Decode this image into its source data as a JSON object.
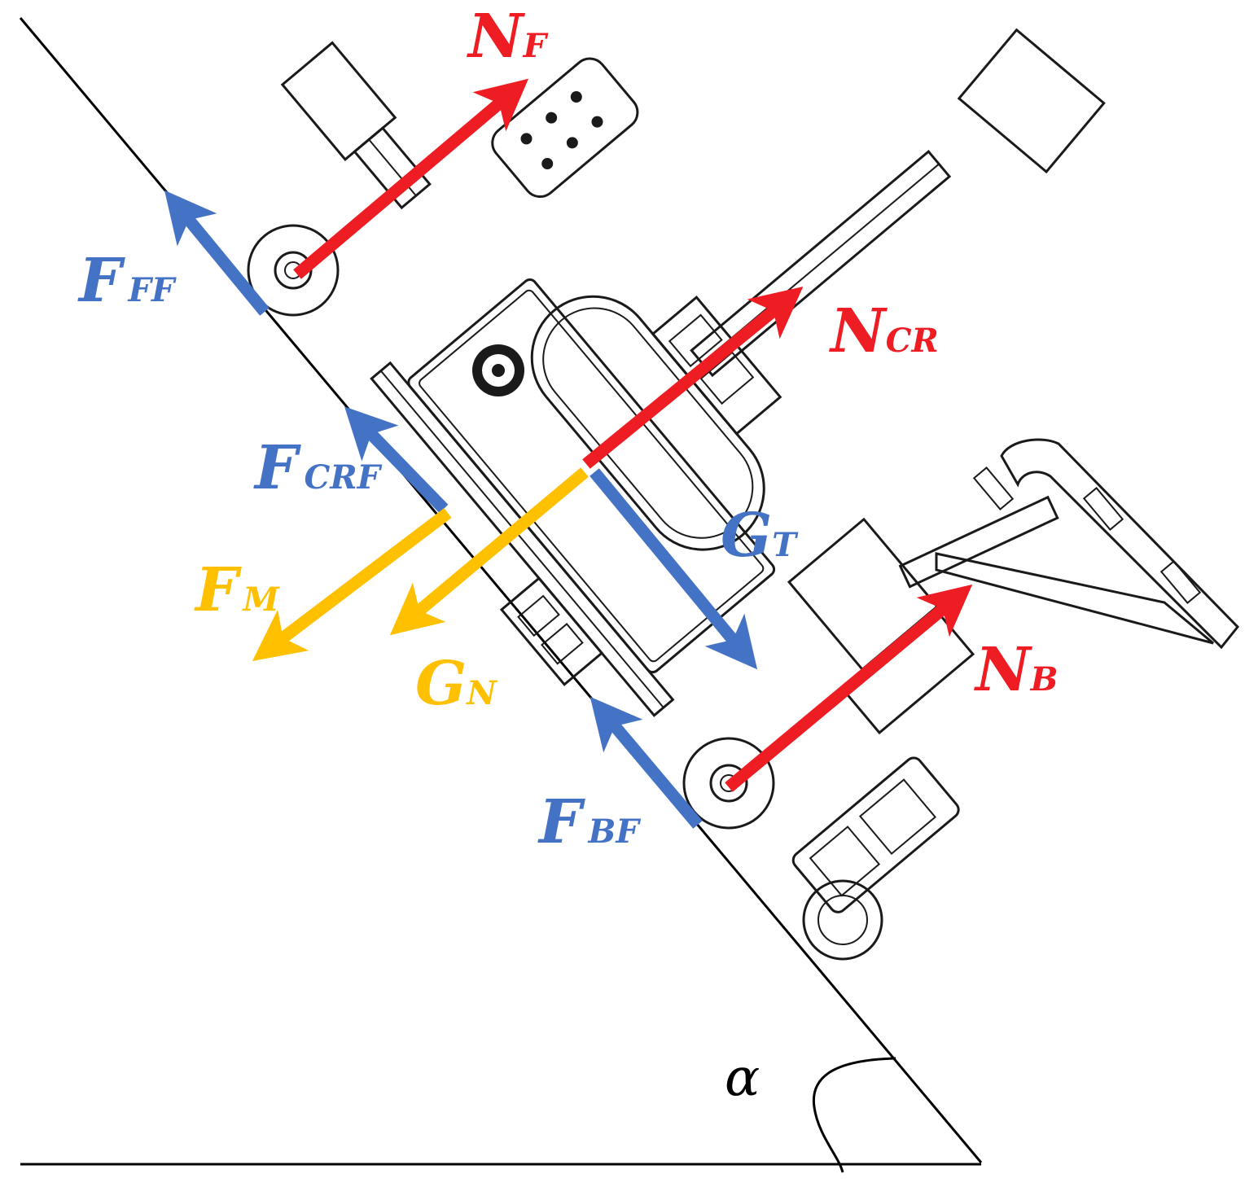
{
  "colors": {
    "normal_force": "#ee1c23",
    "friction_force": "#4472c4",
    "gravity_force": "#ffc000",
    "line": "#000000"
  },
  "forces": {
    "NF": {
      "main": "N",
      "sub": "F",
      "color_key": "normal_force"
    },
    "NCR": {
      "main": "N",
      "sub": "CR",
      "color_key": "normal_force"
    },
    "NB": {
      "main": "N",
      "sub": "B",
      "color_key": "normal_force"
    },
    "FFF": {
      "main": "F",
      "sub": "FF",
      "color_key": "friction_force"
    },
    "FCRF": {
      "main": "F",
      "sub": "CRF",
      "color_key": "friction_force"
    },
    "FBF": {
      "main": "F",
      "sub": "BF",
      "color_key": "friction_force"
    },
    "GT": {
      "main": "G",
      "sub": "T",
      "color_key": "friction_force"
    },
    "FM": {
      "main": "F",
      "sub": "M",
      "color_key": "gravity_force"
    },
    "GN": {
      "main": "G",
      "sub": "N",
      "color_key": "gravity_force"
    }
  },
  "angle": {
    "symbol": "α"
  }
}
